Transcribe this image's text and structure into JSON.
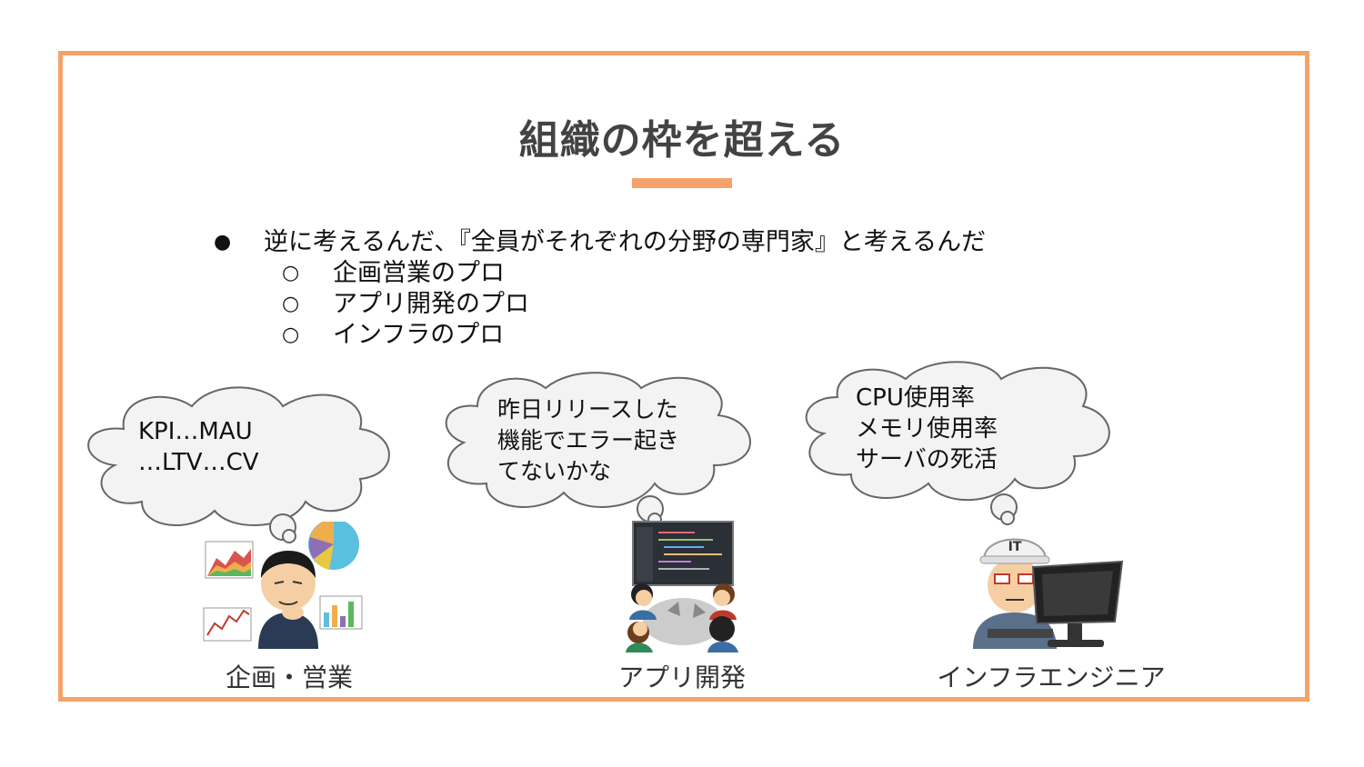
{
  "slide": {
    "title": "組織の枠を超える",
    "bullet_main": "逆に考えるんだ、『全員がそれぞれの分野の専門家』と考えるんだ",
    "sub_bullets": [
      "企画営業のプロ",
      "アプリ開発のプロ",
      "インフラのプロ"
    ],
    "bullet_symbol": "●",
    "sub_bullet_symbol": "○"
  },
  "clouds": [
    {
      "lines": [
        "KPI…MAU",
        "…LTV…CV"
      ]
    },
    {
      "lines": [
        "昨日リリースした",
        "機能でエラー起き",
        "てないかな"
      ]
    },
    {
      "lines": [
        "CPU使用率",
        "メモリ使用率",
        "サーバの死活"
      ]
    }
  ],
  "roles": [
    {
      "caption": "企画・営業",
      "icon": "planner-person-with-charts"
    },
    {
      "caption": "アプリ開発",
      "icon": "developers-meeting-at-monitor"
    },
    {
      "caption": "インフラエンジニア",
      "icon": "engineer-with-helmet-and-monitor"
    }
  ],
  "helmet_label": "IT",
  "colors": {
    "accent": "#f6a36b",
    "title": "#434343",
    "cloud_fill": "#f3f3f3",
    "cloud_stroke": "#666666"
  }
}
